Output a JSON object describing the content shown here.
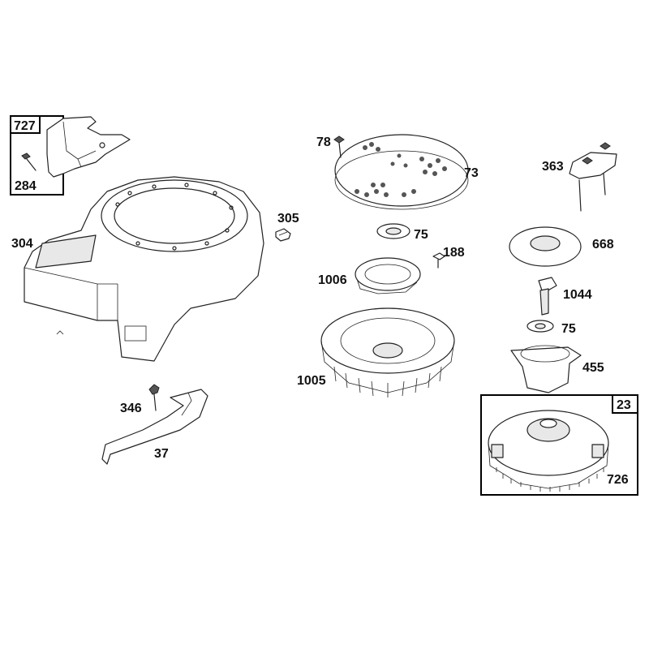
{
  "diagram": {
    "callouts": {
      "c727": "727",
      "c284": "284",
      "c304": "304",
      "c305": "305",
      "c346": "346",
      "c37": "37",
      "c78": "78",
      "c73": "73",
      "c75a": "75",
      "c188": "188",
      "c1006": "1006",
      "c1005": "1005",
      "c363": "363",
      "c668": "668",
      "c1044": "1044",
      "c75b": "75",
      "c455": "455",
      "c23": "23",
      "c726": "726"
    }
  }
}
